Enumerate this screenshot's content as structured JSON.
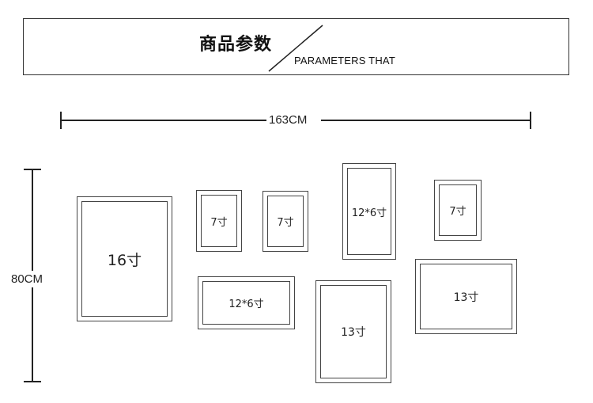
{
  "header": {
    "title": "商品参数",
    "subtitle": "PARAMETERS THAT"
  },
  "dimensions": {
    "width_label": "163CM",
    "height_label": "80CM"
  },
  "frames": [
    {
      "label": "16寸"
    },
    {
      "label": "7寸"
    },
    {
      "label": "7寸"
    },
    {
      "label": "12*6寸"
    },
    {
      "label": "7寸"
    },
    {
      "label": "12*6寸"
    },
    {
      "label": "13寸"
    },
    {
      "label": "13寸"
    }
  ]
}
